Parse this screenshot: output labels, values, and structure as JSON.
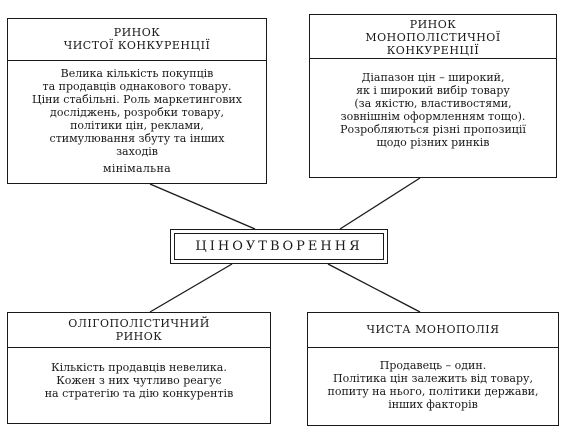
{
  "diagram": {
    "center": {
      "label": "ЦІНОУТВОРЕННЯ"
    },
    "perfect_competition": {
      "title_lines": [
        "РИНОК",
        "ЧИСТОЇ КОНКУРЕНЦІЇ"
      ],
      "body_lines": [
        "Велика кількість покупців",
        "та продавців однакового товару.",
        "Ціни стабільні. Роль маркетингових",
        "досліджень, розробки товару,",
        "політики цін, реклами,",
        "стимулювання збуту та інших",
        "заходів"
      ],
      "footnote": "мінімальна"
    },
    "monopolistic_competition": {
      "title_lines": [
        "РИНОК",
        "МОНОПОЛІСТИЧНОЇ",
        "КОНКУРЕНЦІЇ"
      ],
      "body_lines": [
        "Діапазон цін – широкий,",
        "як і широкий вибір товару",
        "(за якістю, властивостями,",
        "зовнішнім оформленням тощо).",
        "Розробляються різні пропозиції",
        "щодо різних ринків"
      ]
    },
    "oligopoly": {
      "title_lines": [
        "ОЛІГОПОЛІСТИЧНИЙ",
        "РИНОК"
      ],
      "body_lines": [
        "Кількість продавців невелика.",
        "Кожен з них чутливо реагує",
        "на стратегію та дію конкурентів"
      ]
    },
    "pure_monopoly": {
      "title_lines": [
        "ЧИСТА МОНОПОЛІЯ"
      ],
      "body_lines": [
        "Продавець – один.",
        "Політика цін залежить від товару,",
        "попиту на нього, політики держави,",
        "інших факторів"
      ]
    }
  }
}
